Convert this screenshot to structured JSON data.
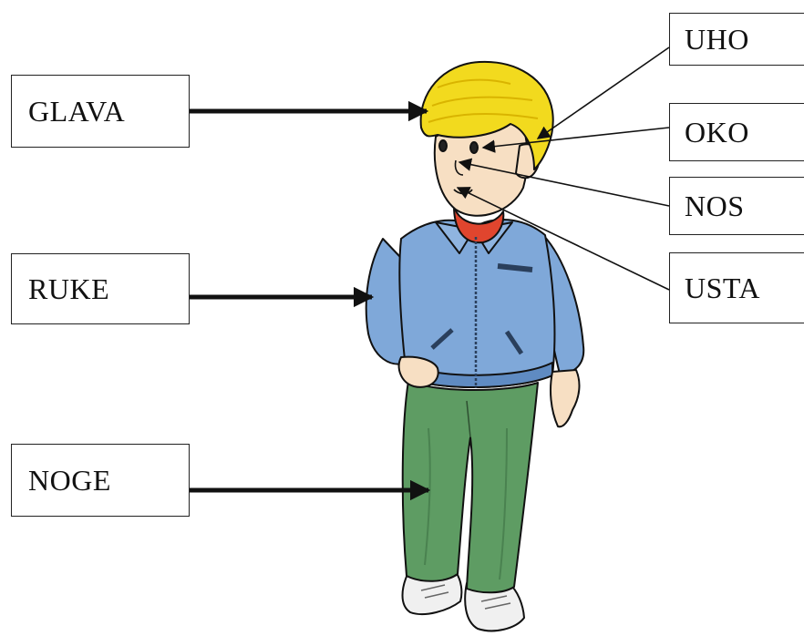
{
  "labels": {
    "glava": "GLAVA",
    "ruke": "RUKE",
    "noge": "NOGE",
    "uho": "UHO",
    "oko": "OKO",
    "nos": "NOS",
    "usta": "USTA"
  },
  "colors": {
    "hair": "#F2DA1E",
    "hair_shadow": "#D9B400",
    "skin": "#F7DFC3",
    "jacket": "#7FA8D9",
    "jacket_shadow": "#5F8BC2",
    "scarf": "#E0452E",
    "pants": "#5E9C63",
    "pants_shadow": "#4A8250",
    "shoes": "#F0F0F0",
    "line": "#111111"
  },
  "icons": {
    "figure": "boy-figure-illustration"
  }
}
